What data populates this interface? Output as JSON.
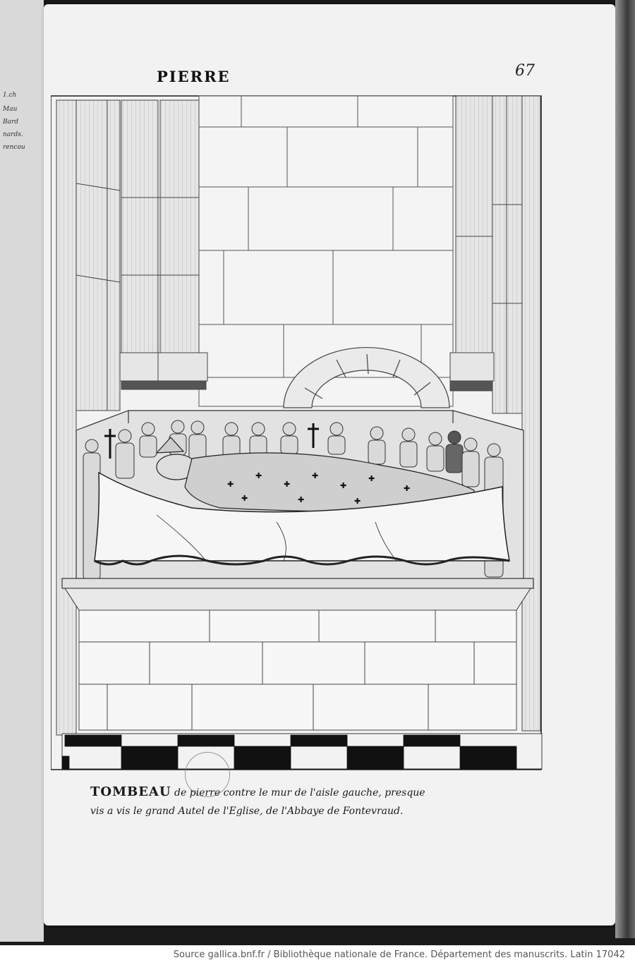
{
  "previous_page": {
    "margin_lines": [
      "1.ch",
      "Mau",
      "Bard",
      "nards.",
      "rencou"
    ]
  },
  "page": {
    "header_title": "PIERRE",
    "page_number": "67"
  },
  "caption": {
    "lead": "TOMBEAU",
    "line1_rest": " de pierre contre le mur de l'aisle gauche, presque",
    "line2": "vis a vis le grand Autel de l'Eglise, de l'Abbaye de Fontevraud."
  },
  "footer": {
    "source": "Source gallica.bnf.fr / Bibliothèque nationale de France. Département des manuscrits. Latin 17042"
  },
  "colors": {
    "paper": "#f2f2f2",
    "ink": "#1a1a1a",
    "wash": "#c8c8c8",
    "floor_dark": "#111111"
  },
  "icons": {
    "stamp": "library-stamp-icon",
    "crosses": "cross-icon"
  }
}
